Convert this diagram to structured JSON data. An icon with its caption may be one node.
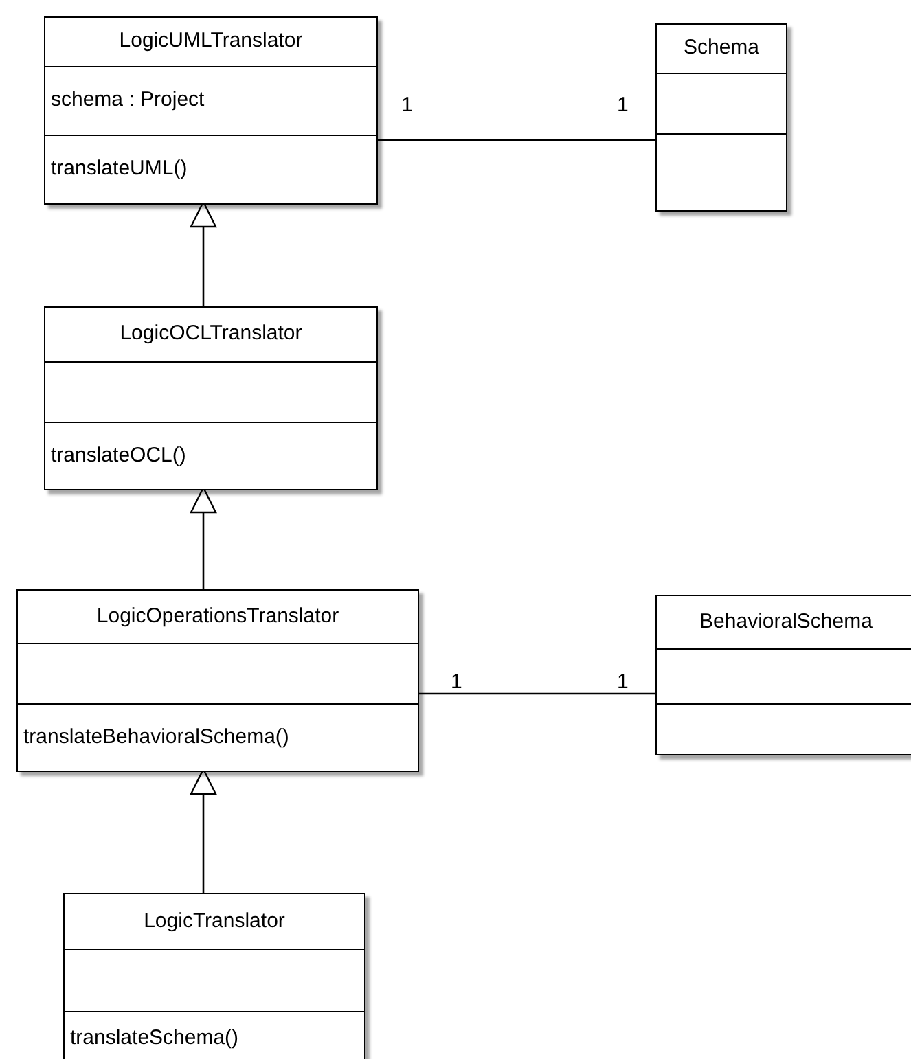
{
  "diagram": {
    "nodes": [
      {
        "text": [
          "LogicUMLTranslator",
          "schema : Project",
          "translateUML()"
        ]
      },
      {
        "text": [
          "Schema"
        ]
      },
      {
        "text": [
          "LogicOCLTranslator",
          "translateOCL()"
        ]
      },
      {
        "text": [
          "LogicOperationsTranslator",
          "translateBehavioralSchema()"
        ]
      },
      {
        "text": [
          "BehavioralSchema"
        ]
      },
      {
        "text": [
          "LogicTranslator",
          "translateSchema()"
        ]
      }
    ],
    "edges": [
      {
        "from": 0,
        "to": 1,
        "arrow": "none"
      },
      {
        "from": 2,
        "to": 0,
        "arrow": "to"
      },
      {
        "from": 3,
        "to": 2,
        "arrow": "to"
      },
      {
        "from": 3,
        "to": 4,
        "arrow": "none"
      },
      {
        "from": 5,
        "to": 3,
        "arrow": "to"
      }
    ],
    "labels": [
      "1",
      "1",
      "1",
      "1"
    ]
  }
}
